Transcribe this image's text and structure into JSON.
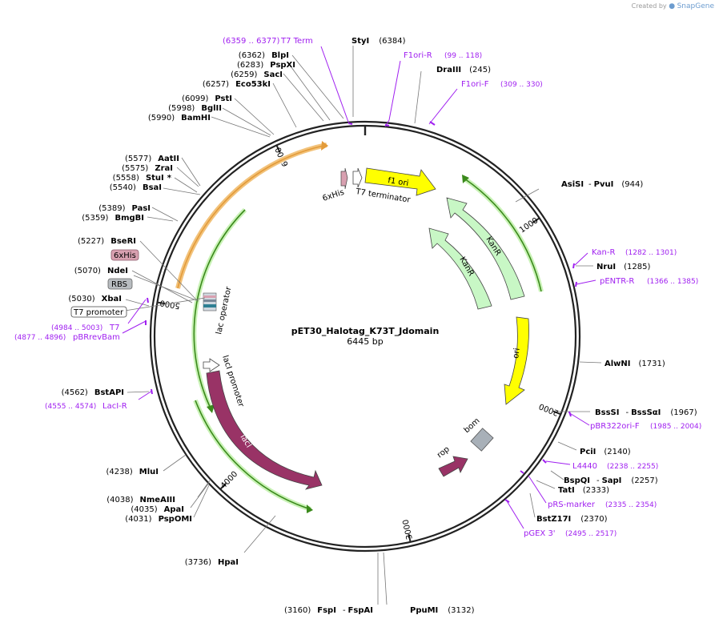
{
  "credit": {
    "prefix": "Created by",
    "brand": "SnapGene"
  },
  "map": {
    "name": "pET30_Halotag_K73T_Jdomain",
    "length": "6445 bp"
  },
  "ticks": [
    "1000",
    "2000",
    "3000",
    "4000",
    "5000",
    "6000"
  ],
  "features": [
    {
      "label": "f1 ori",
      "color": "#ffff00"
    },
    {
      "label": "KanR",
      "color": "#c8f7c5"
    },
    {
      "label": "KanR",
      "color": "#c8f7c5"
    },
    {
      "label": "ori",
      "color": "#ffff00"
    },
    {
      "label": "bom",
      "color": "#a8b0b8"
    },
    {
      "label": "rop",
      "color": "#993366"
    },
    {
      "label": "lacI",
      "color": "#993366"
    },
    {
      "label": "lacI promoter",
      "color": "#ffffff"
    },
    {
      "label": "lac operator",
      "color": "#ffffff"
    },
    {
      "label": "6xHis",
      "color": "#d8a0b0"
    },
    {
      "label": "T7 terminator",
      "color": "#ffffff"
    }
  ],
  "primers": {
    "T7Term": {
      "range": "(6359 .. 6377)",
      "name": "T7 Term"
    },
    "F1oriR": {
      "name": "F1ori-R",
      "range": "(99 .. 118)"
    },
    "F1oriF": {
      "name": "F1ori-F",
      "range": "(309 .. 330)"
    },
    "KanR": {
      "name": "Kan-R",
      "range": "(1282 .. 1301)"
    },
    "pENTRR": {
      "name": "pENTR-R",
      "range": "(1366 .. 1385)"
    },
    "pBR322oriF": {
      "name": "pBR322ori-F",
      "range": "(1985 .. 2004)"
    },
    "L4440": {
      "name": "L4440",
      "range": "(2238 .. 2255)"
    },
    "pRSmarker": {
      "name": "pRS-marker",
      "range": "(2335 .. 2354)"
    },
    "pGEX3": {
      "name": "pGEX 3'",
      "range": "(2495 .. 2517)"
    },
    "LacIR": {
      "range": "(4555 .. 4574)",
      "name": "LacI-R"
    },
    "T7": {
      "range": "(4984 .. 5003)",
      "name": "T7"
    },
    "pBRrevBam": {
      "range": "(4877 .. 4896)",
      "name": "pBRrevBam"
    }
  },
  "sites": {
    "StyI": {
      "name": "StyI",
      "pos": "(6384)"
    },
    "DraIII": {
      "name": "DraIII",
      "pos": "(245)"
    },
    "AsiSI": {
      "name": "AsiSI",
      "sep": "-",
      "name2": "PvuI",
      "pos": "(944)"
    },
    "NruI": {
      "name": "NruI",
      "pos": "(1285)"
    },
    "AlwNI": {
      "name": "AlwNI",
      "pos": "(1731)"
    },
    "BssSI": {
      "name": "BssSI",
      "sep": "-",
      "name2": "BssSαI",
      "pos": "(1967)"
    },
    "PciI": {
      "name": "PciI",
      "pos": "(2140)"
    },
    "BspQI": {
      "name": "BspQI",
      "sep": "-",
      "name2": "SapI",
      "pos": "(2257)"
    },
    "TatI": {
      "name": "TatI",
      "pos": "(2333)"
    },
    "BstZ17I": {
      "name": "BstZ17I",
      "pos": "(2370)"
    },
    "PpuMI": {
      "name": "PpuMI",
      "pos": "(3132)"
    },
    "FspI": {
      "pos": "(3160)",
      "name": "FspI",
      "sep": "-",
      "name2": "FspAI"
    },
    "HpaI": {
      "pos": "(3736)",
      "name": "HpaI"
    },
    "NmeAIII": {
      "pos": "(4038)",
      "name": "NmeAIII"
    },
    "ApaI": {
      "pos": "(4035)",
      "name": "ApaI"
    },
    "PspOMI": {
      "pos": "(4031)",
      "name": "PspOMI"
    },
    "MluI": {
      "pos": "(4238)",
      "name": "MluI"
    },
    "BstAPI": {
      "pos": "(4562)",
      "name": "BstAPI"
    },
    "XbaI": {
      "pos": "(5030)",
      "name": "XbaI"
    },
    "NdeI": {
      "pos": "(5070)",
      "name": "NdeI"
    },
    "BseRI": {
      "pos": "(5227)",
      "name": "BseRI"
    },
    "BmgBI": {
      "pos": "(5359)",
      "name": "BmgBI"
    },
    "PasI": {
      "pos": "(5389)",
      "name": "PasI"
    },
    "BsaI": {
      "pos": "(5540)",
      "name": "BsaI"
    },
    "StuI": {
      "pos": "(5558)",
      "name": "StuI",
      "star": "*"
    },
    "ZraI": {
      "pos": "(5575)",
      "name": "ZraI"
    },
    "AatII": {
      "pos": "(5577)",
      "name": "AatII"
    },
    "BamHI": {
      "pos": "(5990)",
      "name": "BamHI"
    },
    "BglII": {
      "pos": "(5998)",
      "name": "BglII"
    },
    "PstI": {
      "pos": "(6099)",
      "name": "PstI"
    },
    "Eco53kI": {
      "pos": "(6257)",
      "name": "Eco53kI"
    },
    "SacI": {
      "pos": "(6259)",
      "name": "SacI"
    },
    "PspXI": {
      "pos": "(6283)",
      "name": "PspXI"
    },
    "BlpI": {
      "pos": "(6362)",
      "name": "BlpI"
    }
  },
  "boxed": {
    "his": "6xHis",
    "rbs": "RBS",
    "t7prom": "T7 promoter"
  }
}
